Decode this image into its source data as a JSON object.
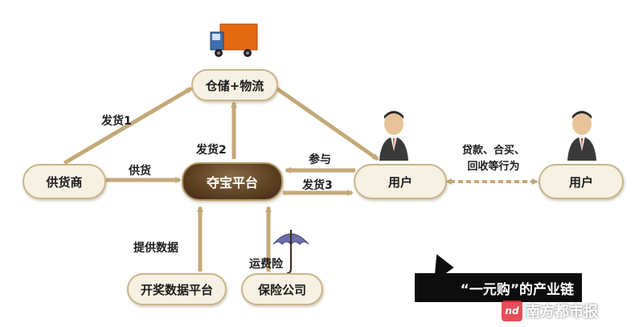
{
  "nodes": {
    "warehouse": "仓储+物流",
    "supplier": "供货商",
    "platform": "夺宝平台",
    "user_main": "用户",
    "user_other": "用户",
    "lottery_data": "开奖数据平台",
    "insurance": "保险公司"
  },
  "edges": {
    "ship1": "发货1",
    "ship2": "发货2",
    "ship3": "发货3",
    "supply": "供货",
    "participate": "参与",
    "provide_data": "提供数据",
    "freight_insurance": "运费险"
  },
  "relation": {
    "line1": "贷款、合买、",
    "line2": "回收等行为"
  },
  "banner": {
    "text": "“一元购”的产业链"
  },
  "watermark": {
    "logo": "nd",
    "text": "南方都市报"
  },
  "icons": [
    "delivery-truck-icon",
    "businessman-icon",
    "umbrella-icon"
  ],
  "colors": {
    "arrow": "#c3a978",
    "node_fill": "#f6f1e3",
    "node_border": "#c8b48a",
    "platform_fill": "#5c4022",
    "banner": "#0d0d0d"
  }
}
